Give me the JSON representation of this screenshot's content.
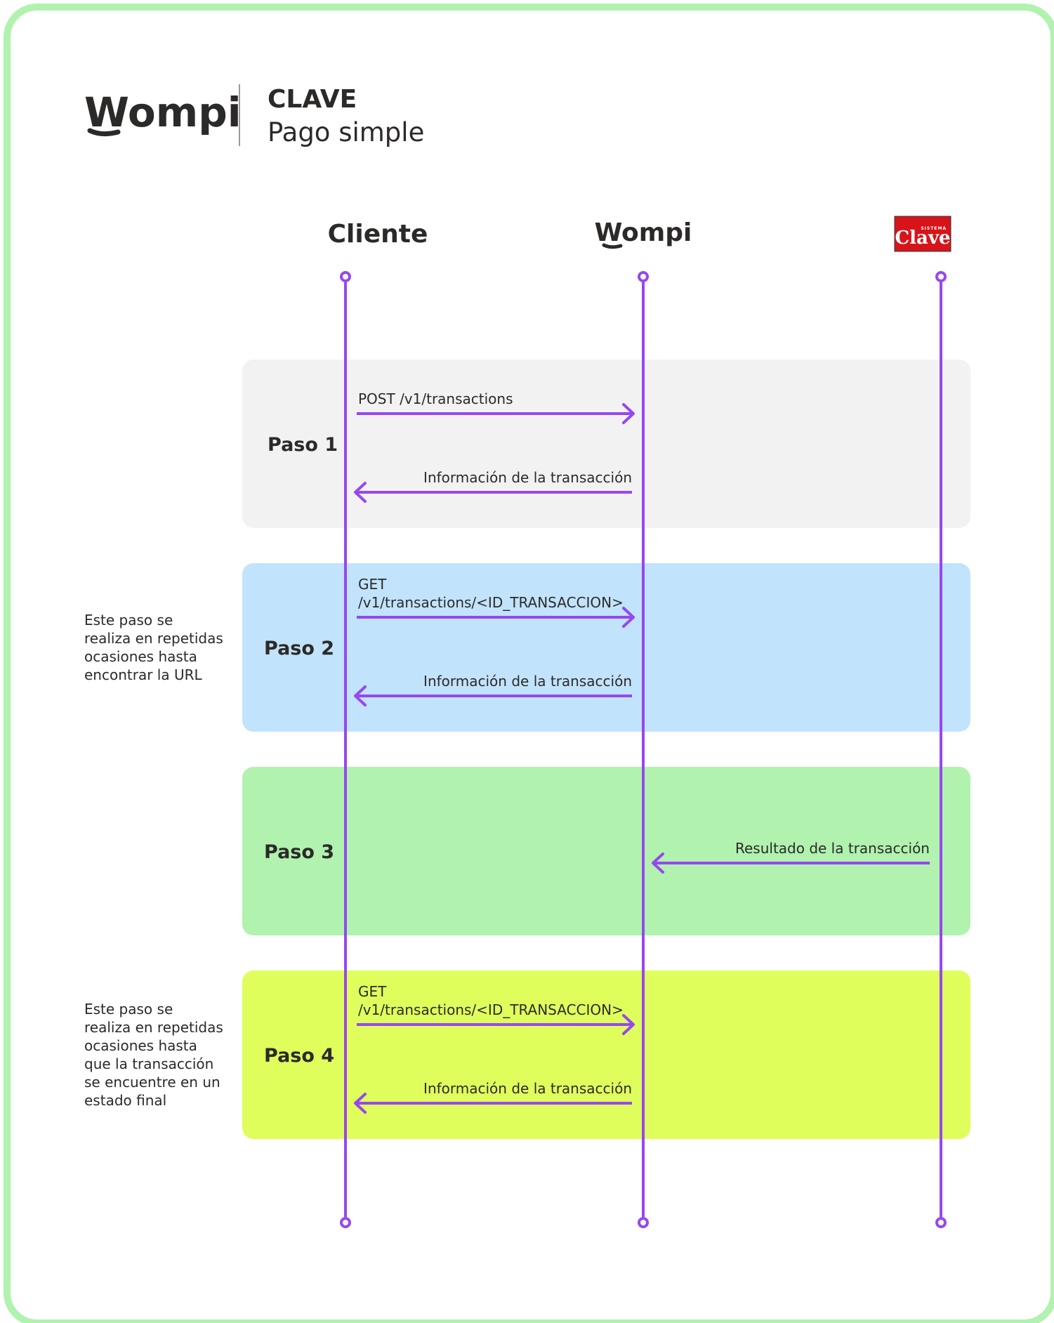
{
  "header": {
    "brand_logo": "Wompi",
    "title": "CLAVE",
    "subtitle": "Pago simple"
  },
  "actors": [
    {
      "label": "Cliente",
      "type": "text"
    },
    {
      "label": "Wompi",
      "type": "wompi-logo"
    },
    {
      "label": "Clave",
      "small_label": "SISTEMA",
      "type": "clave-logo"
    }
  ],
  "steps": [
    {
      "label": "Paso 1",
      "color": "#f2f2f2",
      "note": [],
      "messages": [
        {
          "lines": [
            "POST /v1/transactions"
          ],
          "from": 0,
          "to": 1
        },
        {
          "lines": [
            "Información de la transacción"
          ],
          "from": 1,
          "to": 0
        }
      ]
    },
    {
      "label": "Paso 2",
      "color": "#c2e3fc",
      "note": [
        "Este paso se",
        "realiza en repetidas",
        "ocasiones hasta",
        "encontrar la URL"
      ],
      "messages": [
        {
          "lines": [
            "GET",
            "/v1/transactions/<ID_TRANSACCION>"
          ],
          "from": 0,
          "to": 1
        },
        {
          "lines": [
            "Información de la transacción"
          ],
          "from": 1,
          "to": 0
        }
      ]
    },
    {
      "label": "Paso 3",
      "color": "#b0f2ae",
      "note": [],
      "messages": [
        {
          "lines": [
            "Resultado de la transacción"
          ],
          "from": 2,
          "to": 1
        }
      ]
    },
    {
      "label": "Paso 4",
      "color": "#dffe5c",
      "note": [
        "Este paso se",
        "realiza en repetidas",
        "ocasiones hasta",
        "que la transacción",
        "se encuentre en un",
        "estado final"
      ],
      "messages": [
        {
          "lines": [
            "GET",
            "/v1/transactions/<ID_TRANSACCION>"
          ],
          "from": 0,
          "to": 1
        },
        {
          "lines": [
            "Información de la transacción"
          ],
          "from": 1,
          "to": 0
        }
      ]
    }
  ],
  "colors": {
    "frame": "#b0f2ae",
    "lifeline": "#9747f0",
    "text": "#2c2a29",
    "clave_red": "#d7141a"
  }
}
